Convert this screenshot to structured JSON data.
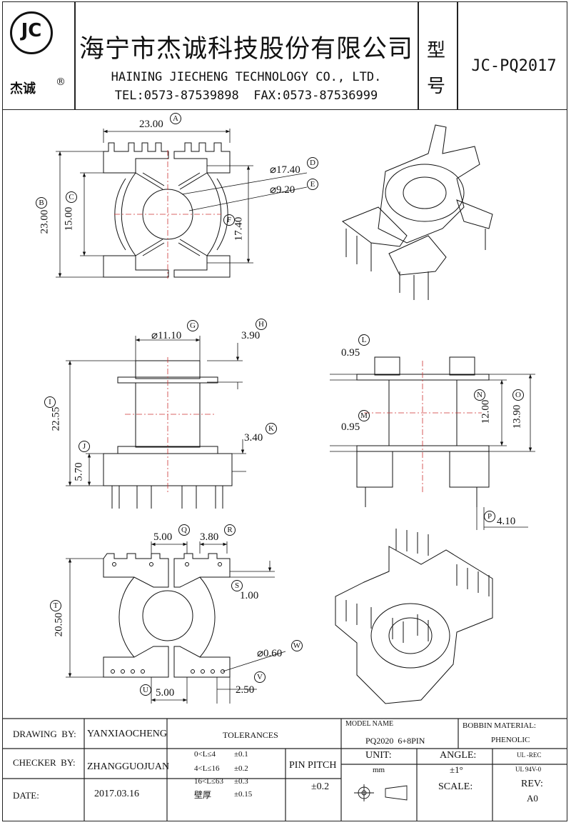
{
  "header": {
    "logo_text": "JC",
    "logo_sub": "杰诚",
    "registered_mark": "®",
    "company_cn": "海宁市杰诚科技股份有限公司",
    "company_en": "HAINING JIECHENG TECHNOLOGY CO., LTD.",
    "contact": "TEL:0573-87539898  FAX:0573-87536999",
    "type_label_1": "型",
    "type_label_2": "号",
    "model_code": "JC-PQ2017"
  },
  "dimensions": {
    "A": {
      "ref": "A",
      "value": "23.00"
    },
    "B": {
      "ref": "B",
      "value": "23.00"
    },
    "C": {
      "ref": "C",
      "value": "15.00"
    },
    "D": {
      "ref": "D",
      "value": "⌀17.40"
    },
    "E": {
      "ref": "E",
      "value": "⌀9.20"
    },
    "F": {
      "ref": "F",
      "value": "17.40"
    },
    "G": {
      "ref": "G",
      "value": "⌀11.10"
    },
    "H": {
      "ref": "H",
      "value": "3.90"
    },
    "I": {
      "ref": "I",
      "value": "22.55"
    },
    "J": {
      "ref": "J",
      "value": "5.70"
    },
    "K": {
      "ref": "K",
      "value": "3.40"
    },
    "L": {
      "ref": "L",
      "value": "0.95"
    },
    "M": {
      "ref": "M",
      "value": "0.95"
    },
    "N": {
      "ref": "N",
      "value": "12.00"
    },
    "O": {
      "ref": "O",
      "value": "13.90"
    },
    "P": {
      "ref": "P",
      "value": "4.10"
    },
    "Q": {
      "ref": "Q",
      "value": "5.00"
    },
    "R": {
      "ref": "R",
      "value": "3.80"
    },
    "S": {
      "ref": "S",
      "value": "1.00"
    },
    "T": {
      "ref": "T",
      "value": "20.50"
    },
    "U": {
      "ref": "U",
      "value": "5.00"
    },
    "V": {
      "ref": "V",
      "value": "2.50"
    },
    "W": {
      "ref": "W",
      "value": "⌀0.60"
    }
  },
  "title_block": {
    "drawing_by_label": "DRAWING  BY:",
    "drawing_by_value": "YANXIAOCHENG",
    "checker_by_label": "CHECKER  BY:",
    "checker_by_value": "ZHANGGUOJUAN",
    "date_label": "DATE:",
    "date_value": "2017.03.16",
    "tolerances_label": "TOLERANCES",
    "tol_rows": [
      {
        "range": "0<L≤4",
        "tol": "±0.1"
      },
      {
        "range": "4<L≤16",
        "tol": "±0.2"
      },
      {
        "range": "16<L≤63",
        "tol": "±0.3"
      },
      {
        "range": "壁厚",
        "tol": "±0.15"
      }
    ],
    "pin_pitch_label": "PIN PITCH",
    "pin_pitch_value": "±0.2",
    "model_name_label": "MODEL NAME",
    "model_name_value": "PQ2020  6+8PIN",
    "bobbin_material_label": "BOBBIN MATERIAL:",
    "bobbin_material_value": "PHENOLIC",
    "unit_label": "UNIT:",
    "unit_value": "mm",
    "angle_label": "ANGLE:",
    "angle_value": "±1°",
    "ul_line_1": "UL -REC",
    "ul_line_2": "UL  94V-0",
    "scale_label": "SCALE:",
    "rev_label": "REV:",
    "rev_value": "A0"
  }
}
